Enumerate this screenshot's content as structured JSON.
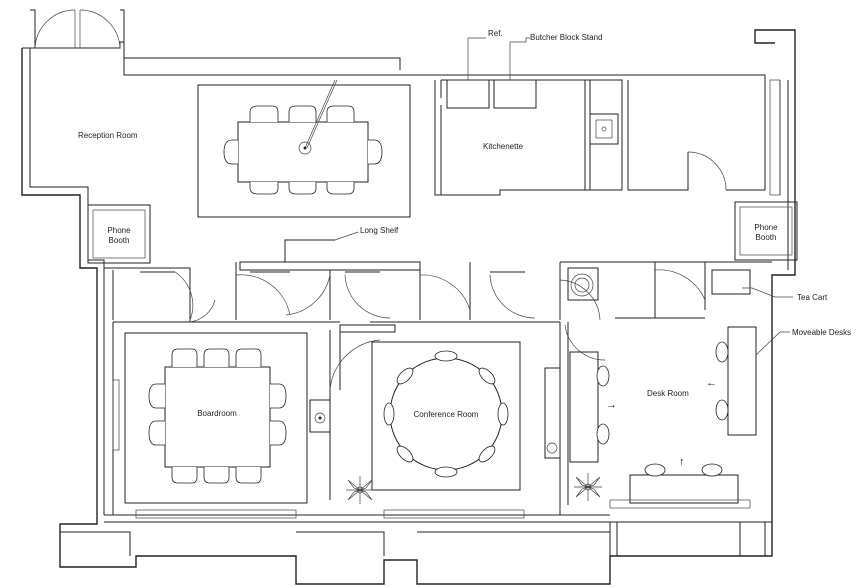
{
  "rooms": {
    "reception": "Reception Room",
    "kitchenette": "Kitchenette",
    "phone_booth_left": "Phone\nBooth",
    "phone_booth_right": "Phone\nBooth",
    "boardroom": "Boardroom",
    "conference": "Conference Room",
    "desk_room": "Desk Room"
  },
  "callouts": {
    "ref": "Ref.",
    "butcher_block": "Butcher Block Stand",
    "long_shelf": "Long Shelf",
    "tea_cart": "Tea Cart",
    "moveable_desks": "Moveable Desks"
  },
  "arrows": {
    "left": "←",
    "right": "→",
    "up": "↑"
  }
}
